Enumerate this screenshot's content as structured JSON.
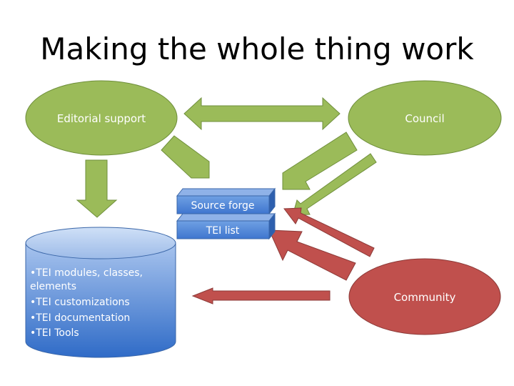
{
  "title": "Making the whole thing work",
  "nodes": {
    "editorial": "Editorial support",
    "council": "Council",
    "community": "Community",
    "sourceforge": "Source forge",
    "teilist": "TEI list"
  },
  "repository": {
    "items": [
      "•TEI modules, classes,",
      "elements",
      "•TEI customizations",
      "•TEI documentation",
      "•TEI Tools"
    ]
  },
  "colors": {
    "green": "#9bbb59",
    "red": "#c0504d",
    "blue": "#4f81bd"
  }
}
